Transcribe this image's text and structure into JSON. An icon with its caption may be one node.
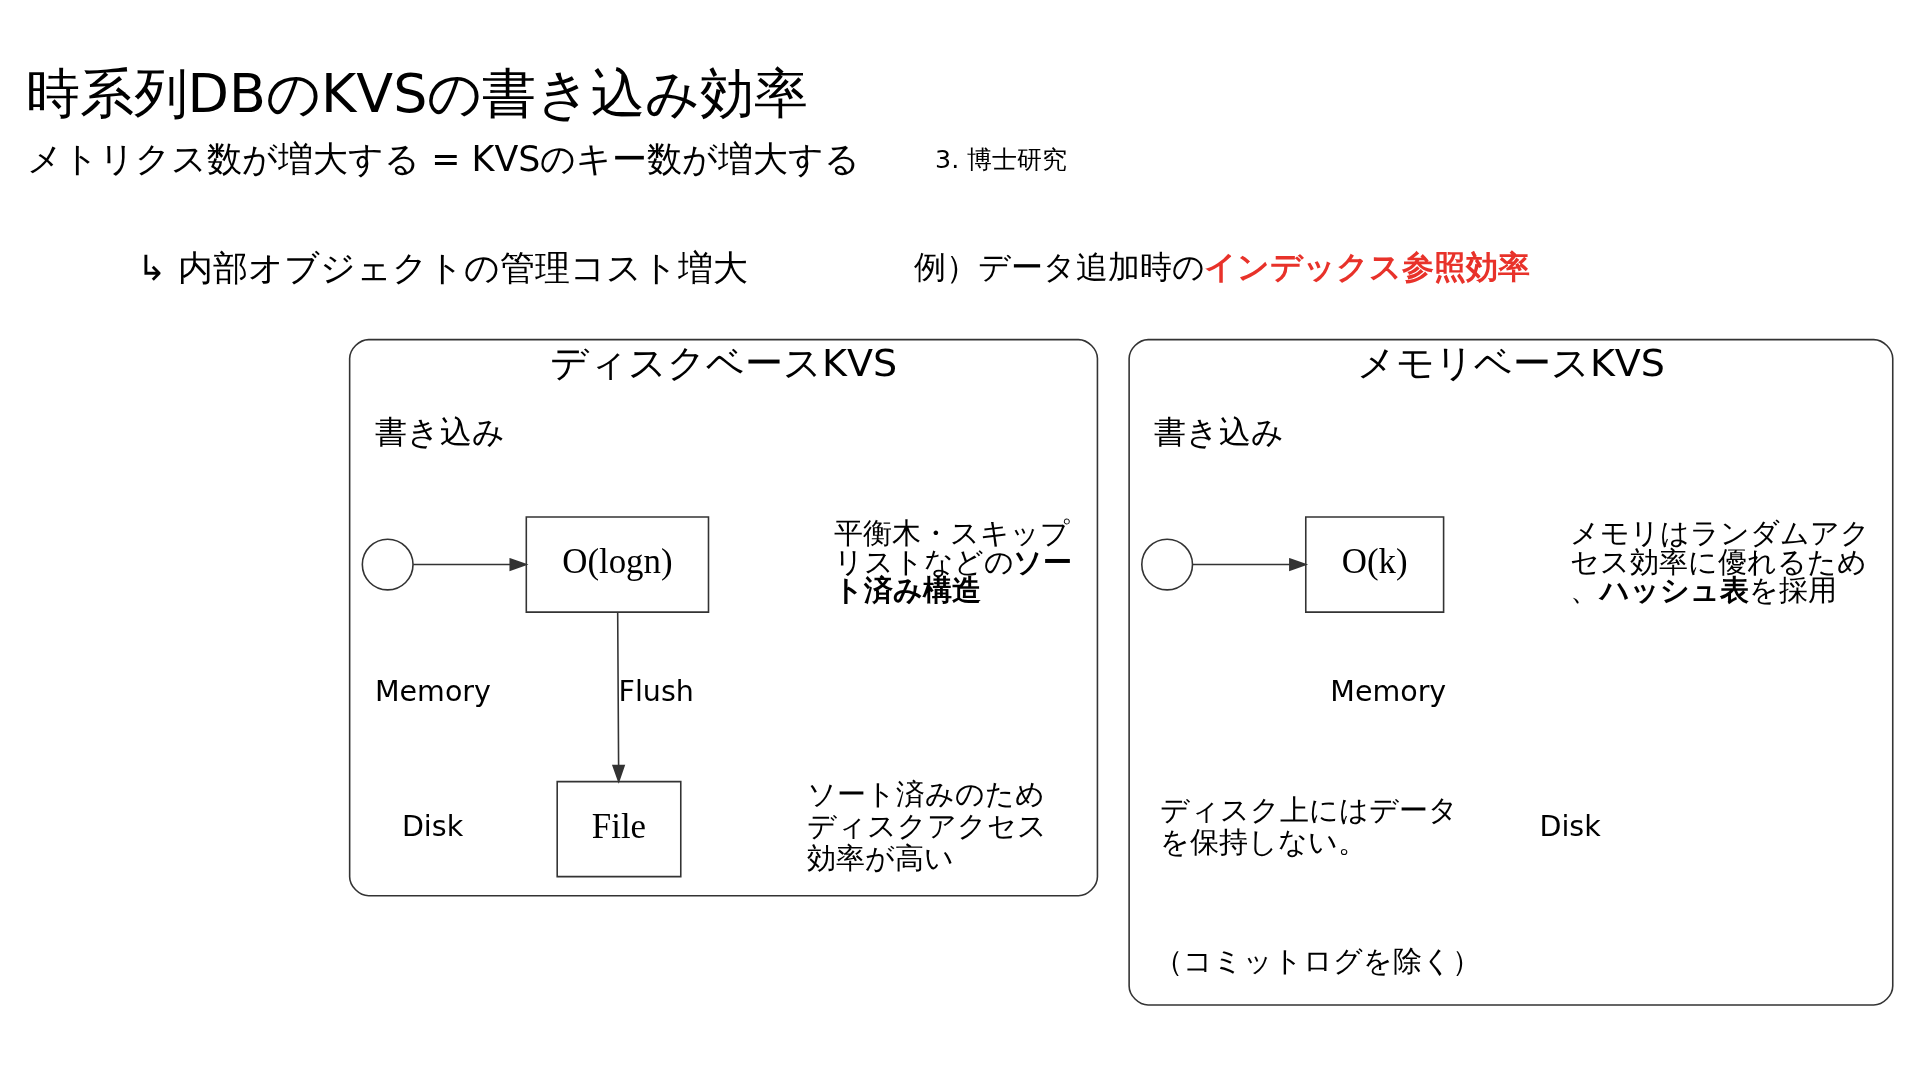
{
  "diagram": {
    "title": "時系列DBのKVSの書き込み効率",
    "nodes": [
      {
        "text": [
          "ディスクベースKVS"
        ]
      },
      {
        "text": [],
        "shape": "circle",
        "in": 0,
        "beside": [
          "書き込み"
        ]
      },
      {
        "text": [
          "O(logn)"
        ],
        "in": 0
      },
      {
        "text": [
          "File"
        ],
        "in": 0
      },
      {
        "text": [
          "メモリベースKVS"
        ]
      },
      {
        "text": [],
        "shape": "circle",
        "in": 4,
        "beside": [
          "書き込み"
        ]
      },
      {
        "text": [
          "O(k)"
        ],
        "in": 4
      }
    ],
    "edges": [
      {
        "from": 1,
        "to": 2,
        "arrow": "to"
      },
      {
        "from": 2,
        "to": 3,
        "arrow": "to",
        "label": "Flush"
      },
      {
        "from": 5,
        "to": 6,
        "arrow": "to"
      }
    ],
    "labels": [
      "3. 博士研究",
      "メトリクス数が増大する = KVSのキー数が増大する",
      "↳ 内部オブジェクトの管理コスト増大",
      "例）データ追加時の**インデックス参照効率**",
      "平衡木・スキップリストなどの**ソート済み構造**",
      "Memory",
      "Disk",
      "ソート済みのためディスクアクセス効率が高い",
      "メモリはランダムアクセス効率に優れるため、**ハッシュ表**を採用",
      "Memory",
      "Disk",
      "ディスク上にはデータを保持しない。",
      "（コミットログを除く）"
    ]
  }
}
